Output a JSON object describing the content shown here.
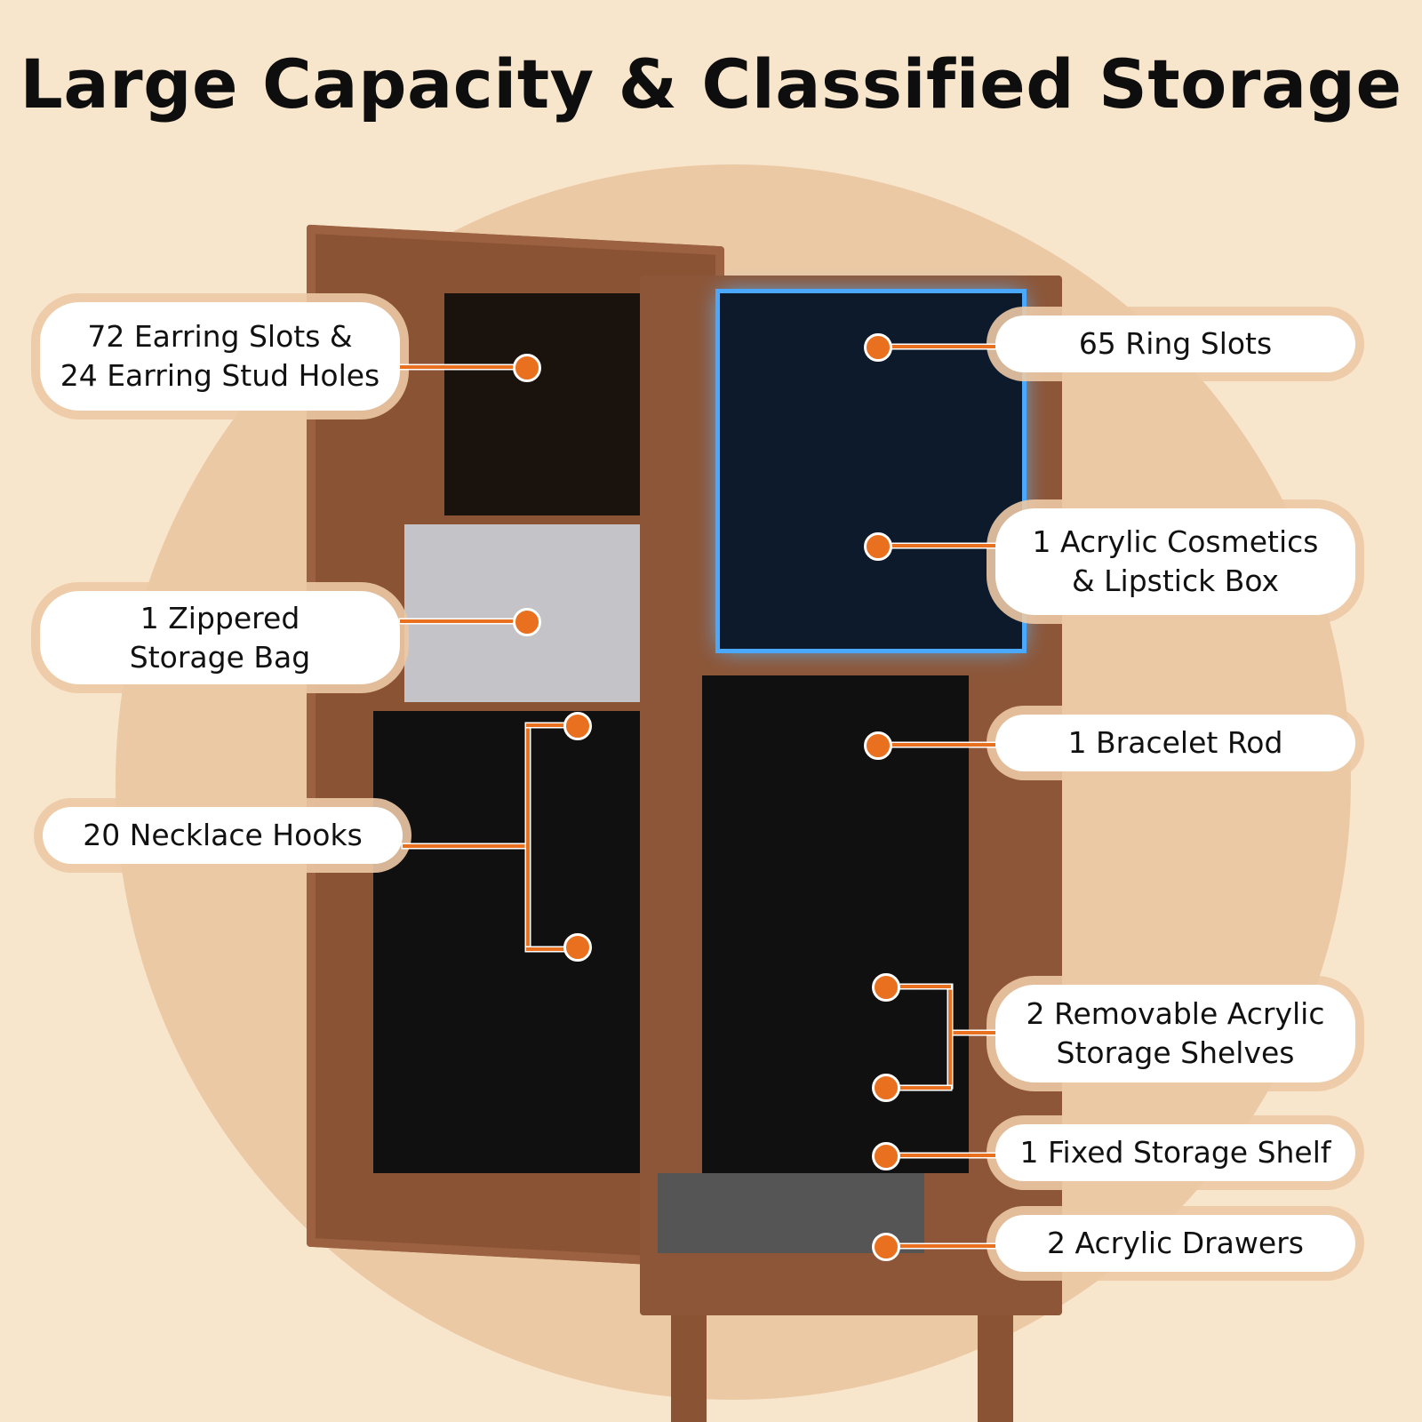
{
  "title": "Large Capacity & Classified Storage",
  "colors": {
    "background": "#f8e6cc",
    "circle": "#ecc9a5",
    "accent_orange": "#e8701f",
    "wood": "#8a5334",
    "label_bg": "#ffffff",
    "text": "#111111"
  },
  "callouts_left": [
    {
      "line1": "72 Earring Slots &",
      "line2": "24 Earring Stud Holes"
    },
    {
      "line1": "1 Zippered",
      "line2": "Storage Bag"
    },
    {
      "line1": "20 Necklace Hooks",
      "line2": ""
    }
  ],
  "callouts_right": [
    {
      "line1": "65 Ring Slots",
      "line2": ""
    },
    {
      "line1": "1 Acrylic Cosmetics",
      "line2": "& Lipstick Box"
    },
    {
      "line1": "1 Bracelet Rod",
      "line2": ""
    },
    {
      "line1": "2 Removable Acrylic",
      "line2": "Storage Shelves"
    },
    {
      "line1": "1 Fixed Storage Shelf",
      "line2": ""
    },
    {
      "line1": "2 Acrylic Drawers",
      "line2": ""
    }
  ]
}
